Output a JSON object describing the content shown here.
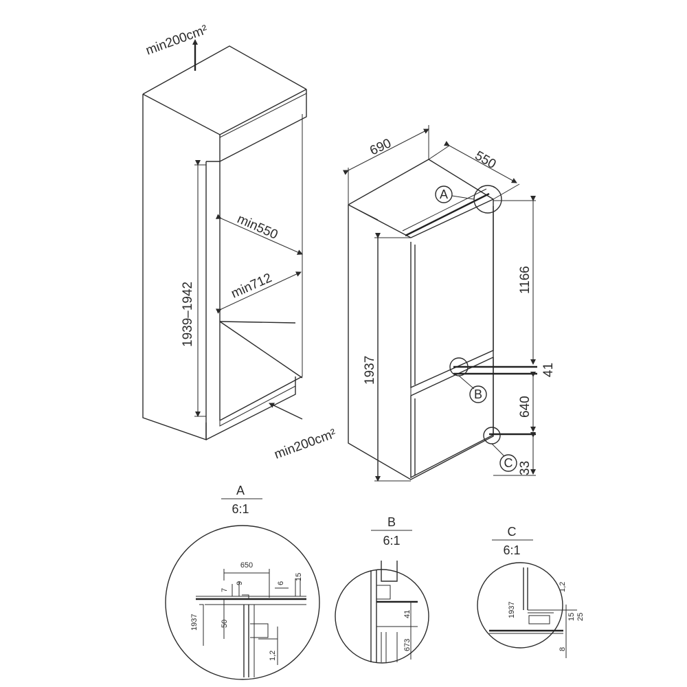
{
  "cabinet": {
    "vent_top": "min200cm²",
    "vent_bottom": "min200cm²",
    "height_range": "1939–1942",
    "depth_min": "min550",
    "width_min": "min712"
  },
  "appliance": {
    "depth": "690",
    "width": "550",
    "height": "1937",
    "upper_section": "1166",
    "gap": "41",
    "lower_section": "640",
    "bottom": "33",
    "callout_a": "A",
    "callout_b": "B",
    "callout_c": "C"
  },
  "details": [
    {
      "name": "A",
      "scale": "6:1",
      "dims": [
        "650",
        "7",
        "9",
        "6",
        "15",
        "1937",
        "50",
        "1,2"
      ]
    },
    {
      "name": "B",
      "scale": "6:1",
      "dims": [
        "41",
        "673"
      ]
    },
    {
      "name": "C",
      "scale": "6:1",
      "dims": [
        "1937",
        "1,2",
        "15",
        "25",
        "8"
      ]
    }
  ]
}
